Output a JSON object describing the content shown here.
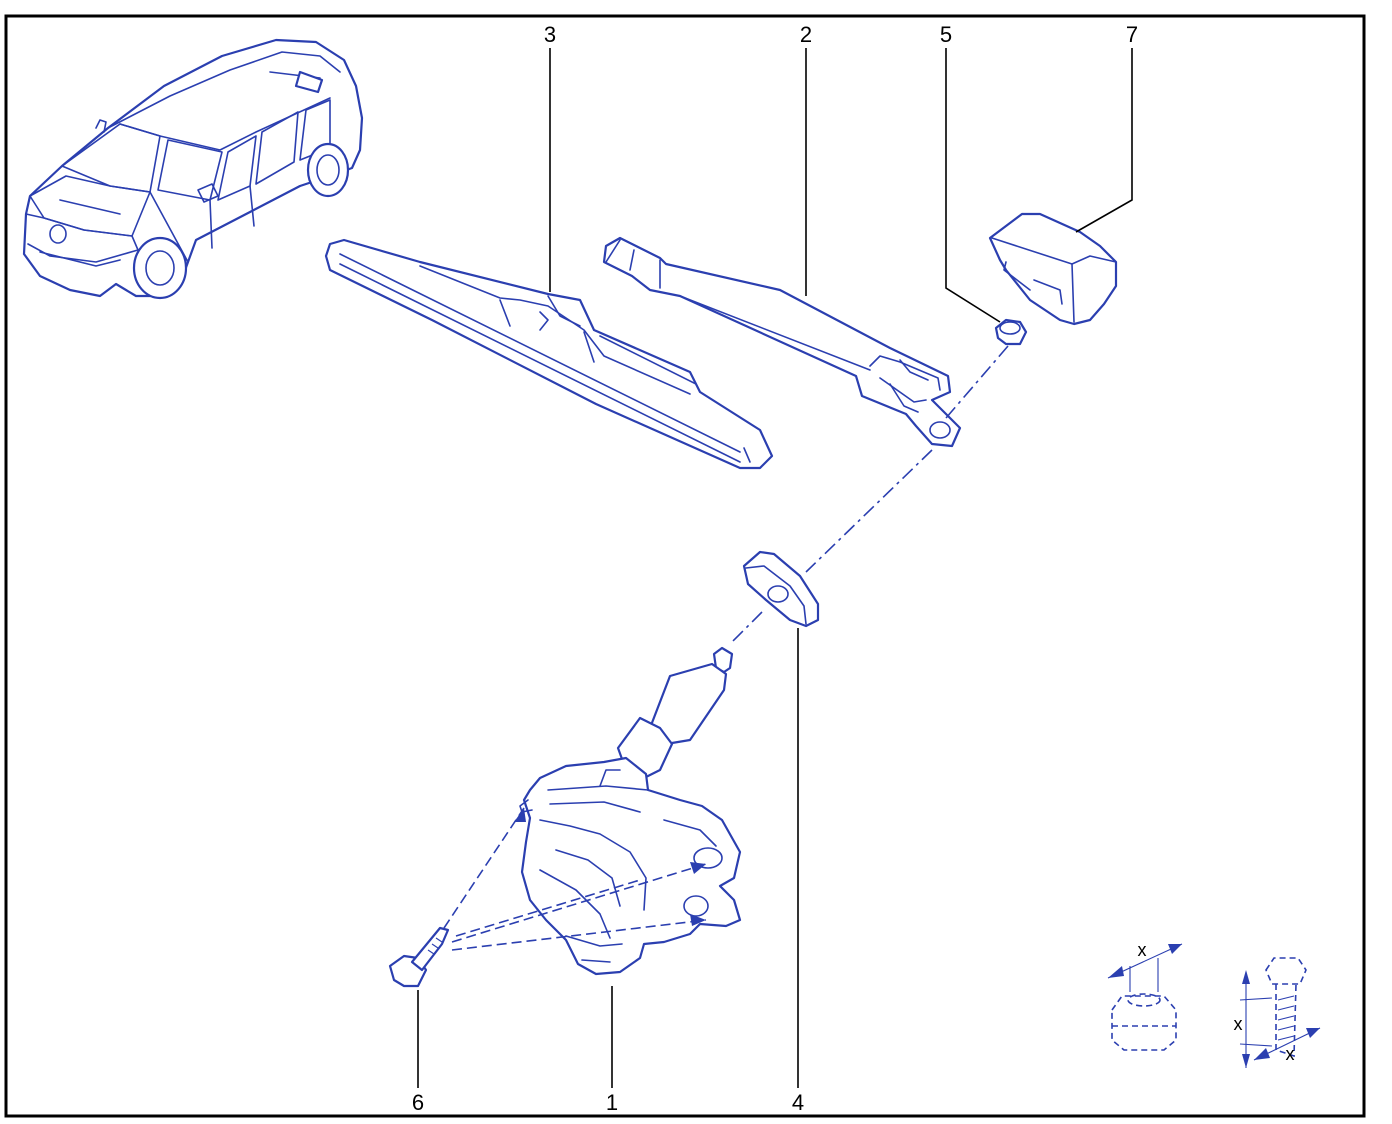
{
  "colors": {
    "line": "#2b3fb0",
    "frame": "#000000",
    "background": "#ffffff"
  },
  "callouts": [
    {
      "id": "1",
      "label": "1"
    },
    {
      "id": "2",
      "label": "2"
    },
    {
      "id": "3",
      "label": "3"
    },
    {
      "id": "4",
      "label": "4"
    },
    {
      "id": "5",
      "label": "5"
    },
    {
      "id": "6",
      "label": "6"
    },
    {
      "id": "7",
      "label": "7"
    }
  ],
  "legend": {
    "nut_dimension_label": "x",
    "bolt_dimension_label_a": "x",
    "bolt_dimension_label_b": "x"
  },
  "icons": [
    "vehicle-icon",
    "wiper-motor-icon",
    "wiper-arm-icon",
    "wiper-blade-icon",
    "seal-icon",
    "nut-icon",
    "screw-icon",
    "cap-icon"
  ]
}
